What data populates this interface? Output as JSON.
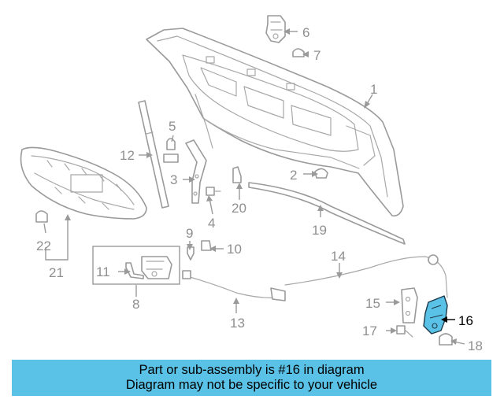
{
  "callouts": {
    "c1": "1",
    "c2": "2",
    "c3": "3",
    "c4": "4",
    "c5": "5",
    "c6": "6",
    "c7": "7",
    "c8": "8",
    "c9": "9",
    "c10": "10",
    "c11": "11",
    "c12": "12",
    "c13": "13",
    "c14": "14",
    "c15": "15",
    "c16": "16",
    "c17": "17",
    "c18": "18",
    "c19": "19",
    "c20": "20",
    "c21": "21",
    "c22": "22"
  },
  "highlight": {
    "part": "16",
    "color": "#5bc2e7"
  },
  "banner": {
    "line1": "Part or sub-assembly is #16 in diagram",
    "line2": "Diagram may not be specific to your vehicle",
    "background": "#5bc2e7"
  }
}
